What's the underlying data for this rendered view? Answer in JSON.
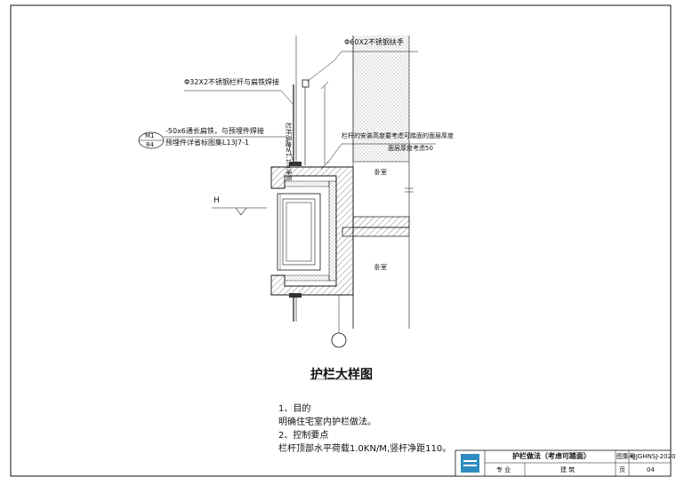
{
  "drawing": {
    "title": "护栏大样图",
    "annotations": {
      "handrail": "Φ60X2不锈钢扶手",
      "railing": "Φ32X2不锈钢栏杆与扁铁焊接",
      "ref_mark_top": "M1",
      "ref_mark_bottom": "84",
      "flat_iron": "-50x6通长扁铁，与预埋件焊接",
      "embedded": "预埋件详省标图集L13J7-1",
      "vertical_note": "栏杆高度≥1.1m净高",
      "height_note": "栏杆的安装高度要考虑可踏面的面层厚度",
      "finish_note": "面层厚度考虑50",
      "room_upper": "卧室",
      "room_lower": "卧室",
      "level_mark": "H"
    }
  },
  "notes": {
    "line1": "1、目的",
    "line2": "明确住宅室内护栏做法。",
    "line3": "2、控制要点",
    "line4": "栏杆顶部水平荷载1.0KN/M,竖杆净距110。"
  },
  "title_block": {
    "title": "护栏做法（考虑可踏面）",
    "atlas_label": "图集号",
    "atlas_no": "XJJGHNSJ-2020",
    "major_label": "专 业",
    "major_value": "建 筑",
    "page_label": "页",
    "page_no": "04"
  },
  "colors": {
    "line": "#111111",
    "hatch": "#777777",
    "logo": "#2e8bc0"
  }
}
